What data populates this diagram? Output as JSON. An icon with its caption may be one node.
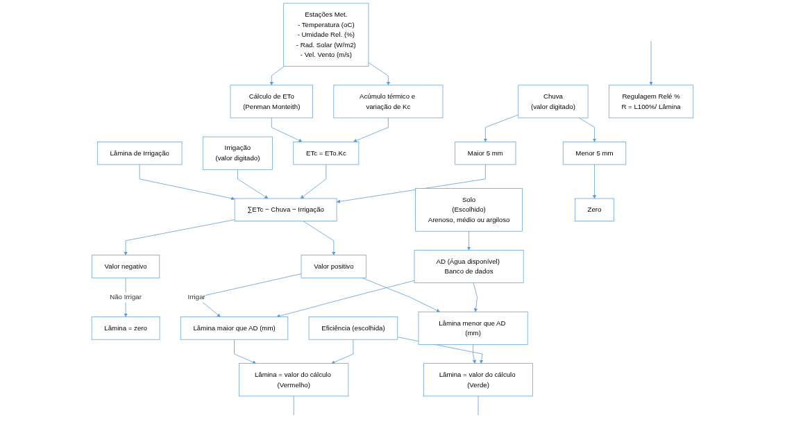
{
  "diagram": {
    "nodes": [
      {
        "text": [
          "Lâmina de Irrigação"
        ]
      },
      {
        "text": [
          "Estações Met.",
          "- Temperatura (oC)",
          "- Umidade Rel. (%)",
          "- Rad. Solar (W/m2)",
          "- Vel. Vento (m/s)"
        ]
      },
      {
        "text": [
          "Irrigação",
          "(valor digitado)"
        ]
      },
      {
        "text": [
          "Chuva",
          "(valor digitado)"
        ]
      },
      {
        "text": [
          "Solo",
          "(Escolhido)",
          "Arenoso, médio ou argiloso"
        ]
      },
      {
        "text": [
          "Cálculo de ETo",
          "(Penman Monteith)"
        ]
      },
      {
        "text": [
          "Acúmulo térmico e variação de Kc"
        ]
      },
      {
        "text": [
          "Maior 5 mm"
        ]
      },
      {
        "text": [
          "Menor 5 mm"
        ]
      },
      {
        "text": [
          "ETc = ETo.Kc"
        ]
      },
      {
        "text": [
          "∑ETc − Chuva − Irrigação"
        ]
      },
      {
        "text": [
          "Zero"
        ]
      },
      {
        "text": [
          "AD (Água disponível) Banco de dados"
        ]
      },
      {
        "text": [
          "Valor negativo"
        ]
      },
      {
        "text": [
          "Valor positivo"
        ]
      },
      {
        "text": [
          "Lâmina = zero"
        ]
      },
      {
        "text": [
          "Lâmina maior que AD (mm)"
        ]
      },
      {
        "text": [
          "Lâmina menor que AD (mm)"
        ]
      },
      {
        "text": [
          "Eficiência (escolhida)"
        ]
      },
      {
        "text": [
          "Regulagem Relé %",
          "R = L100%/ Lâmina"
        ]
      },
      {
        "text": [
          "Lâmina = valor do cálculo (Vermelho)"
        ]
      },
      {
        "text": [
          "Lâmina = valor do cálculo (Verde)"
        ]
      }
    ],
    "edges": [
      {
        "from": 1,
        "to": 5,
        "arrow": "to"
      },
      {
        "from": 1,
        "to": 6,
        "arrow": "to"
      },
      {
        "from": 5,
        "to": 9,
        "arrow": "to"
      },
      {
        "from": 6,
        "to": 9,
        "arrow": "to"
      },
      {
        "from": 3,
        "to": 7,
        "arrow": "to"
      },
      {
        "from": 3,
        "to": 8,
        "arrow": "to"
      },
      {
        "from": 8,
        "to": 11,
        "arrow": "to"
      },
      {
        "from": 4,
        "to": 12,
        "arrow": "to"
      },
      {
        "from": 0,
        "to": 10,
        "arrow": "to"
      },
      {
        "from": 2,
        "to": 10,
        "arrow": "to"
      },
      {
        "from": 9,
        "to": 10,
        "arrow": "to"
      },
      {
        "from": 7,
        "to": 10,
        "arrow": "to"
      },
      {
        "from": 10,
        "to": 13,
        "arrow": "to"
      },
      {
        "from": 10,
        "to": 14,
        "arrow": "to"
      },
      {
        "from": 13,
        "to": 15,
        "label": "Não Irrigar",
        "arrow": "to"
      },
      {
        "from": 14,
        "to": 16,
        "label": "Irrigar",
        "arrow": "to"
      },
      {
        "from": 14,
        "to": 17,
        "arrow": "to"
      },
      {
        "from": 12,
        "to": 16,
        "arrow": "to"
      },
      {
        "from": 12,
        "to": 17,
        "arrow": "to"
      },
      {
        "from": 16,
        "to": 20,
        "arrow": "to"
      },
      {
        "from": 17,
        "to": 21,
        "arrow": "to"
      },
      {
        "from": 18,
        "to": 20,
        "arrow": "to"
      },
      {
        "from": 18,
        "to": 21,
        "arrow": "to"
      },
      {
        "from": null,
        "to": 19,
        "arrow": "to"
      },
      {
        "from": 20,
        "to": null,
        "arrow": "none"
      },
      {
        "from": 21,
        "to": null,
        "arrow": "none"
      }
    ]
  }
}
